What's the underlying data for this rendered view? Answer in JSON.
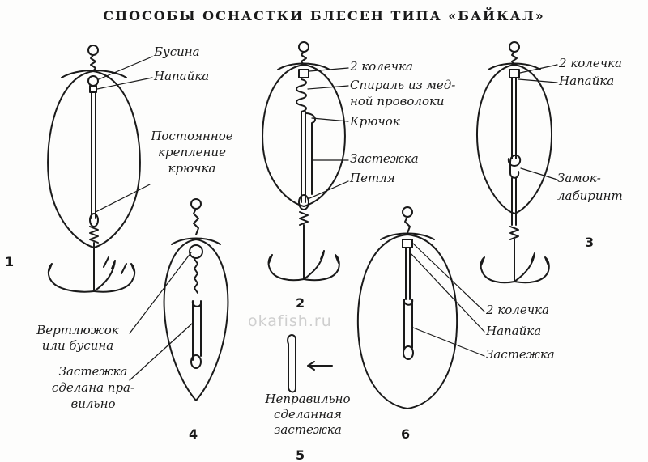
{
  "title": "СПОСОБЫ ОСНАСТКИ БЛЕСЕН ТИПА «БАЙКАЛ»",
  "watermark": "okafish.ru",
  "figures": {
    "f1": {
      "number": "1",
      "labels": {
        "bead": "Бусина",
        "solder": "Напайка",
        "fixed_1": "Постоянное",
        "fixed_2": "крепление",
        "fixed_3": "крючка"
      }
    },
    "f2": {
      "number": "2",
      "labels": {
        "rings": "2 колечка",
        "spiral_1": "Спираль из мед-",
        "spiral_2": "ной проволоки",
        "hook": "Крючок",
        "clasp": "Застежка",
        "loop": "Петля"
      }
    },
    "f3": {
      "number": "3",
      "labels": {
        "rings": "2 колечка",
        "solder": "Напайка",
        "lock_1": "Замок-",
        "lock_2": "лабиринт"
      }
    },
    "f4": {
      "number": "4",
      "labels": {
        "swivel_1": "Вертлюжок",
        "swivel_2": "или бусина",
        "clasp_1": "Застежка",
        "clasp_2": "сделана пра-",
        "clasp_3": "вильно"
      }
    },
    "f5": {
      "number": "5",
      "labels": {
        "wrong_1": "Неправильно",
        "wrong_2": "сделанная",
        "wrong_3": "застежка"
      }
    },
    "f6": {
      "number": "6",
      "labels": {
        "rings": "2 колечка",
        "solder": "Напайка",
        "clasp": "Застежка"
      }
    }
  }
}
